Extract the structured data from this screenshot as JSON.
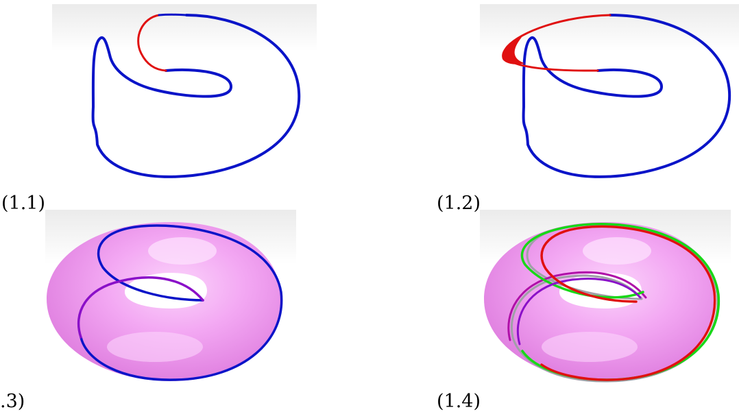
{
  "figure": {
    "captions": {
      "p1": "(1.1)",
      "p2": "(1.2)",
      "p3": ".3)",
      "p4": "(1.4)"
    },
    "colors": {
      "curve_main": "#0a14c8",
      "curve_highlight": "#e01010",
      "curve_green": "#18d818",
      "curve_purple": "#8a10c8",
      "curve_magenta": "#b010a8",
      "curve_gray": "#a0a0a8",
      "torus_surface": "#ef8cef",
      "torus_highlight": "#fbd4fb",
      "background_shade": "#eeeeee"
    }
  }
}
